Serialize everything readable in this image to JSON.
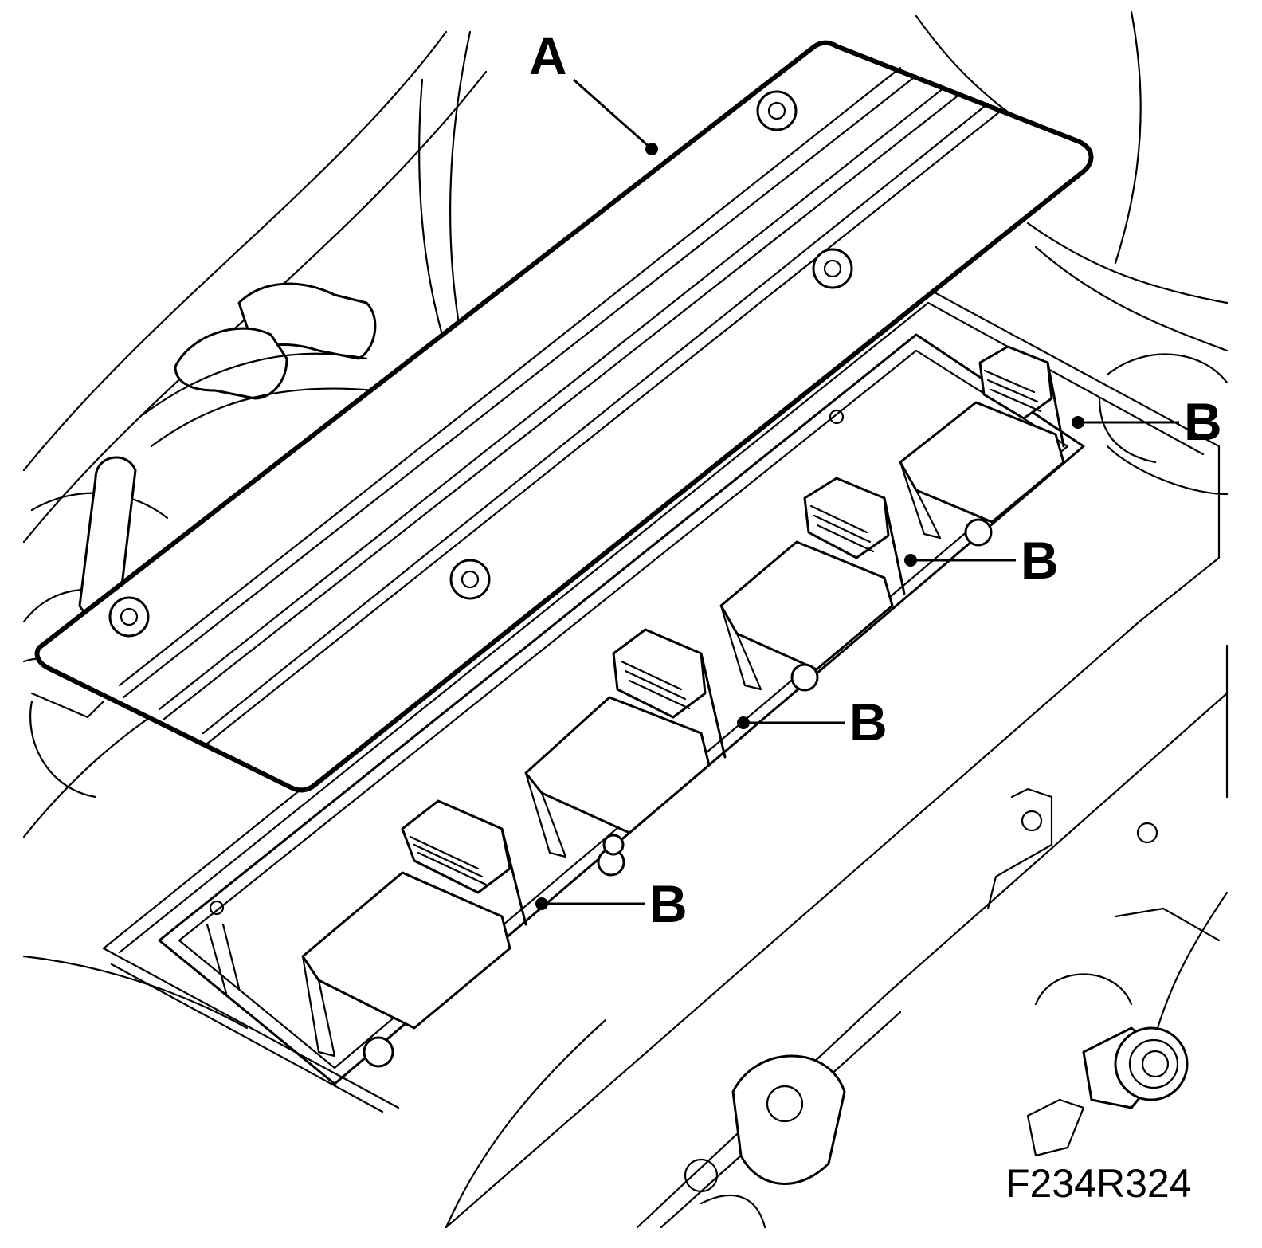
{
  "figure": {
    "callouts": {
      "a": "A",
      "b1": "B",
      "b2": "B",
      "b3": "B",
      "b4": "B"
    },
    "figure_id": "F234R324"
  }
}
